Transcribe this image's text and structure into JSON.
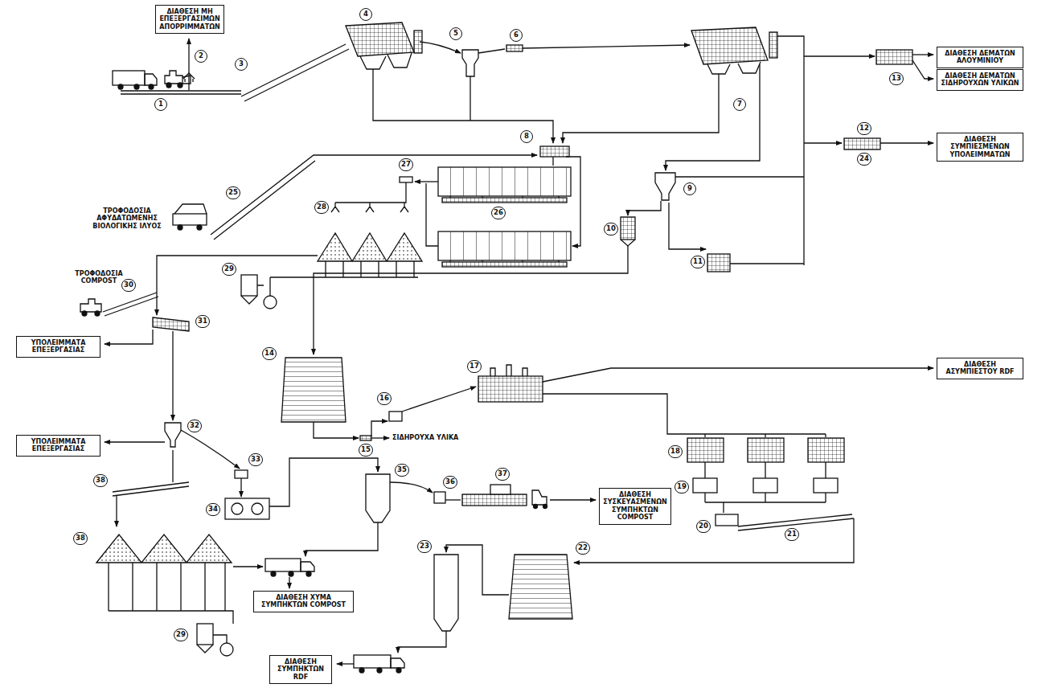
{
  "diagram": {
    "nodes": [
      {
        "text": [
          "ΔΙΑΘΕΣΗ ΜΗ ΕΠΕΞΕΡΓΑΣΙΜΩΝ ΑΠΟΡΡΙΜΜΑΤΩΝ"
        ]
      },
      {
        "text": [
          "ΔΙΑΘΕΣΗ ΔΕΜΑΤΩΝ ΑΛΟΥΜΙΝΙΟΥ"
        ]
      },
      {
        "text": [
          "ΔΙΑΘΕΣΗ ΔΕΜΑΤΩΝ ΣΙΔΗΡΟΥΧΩΝ ΥΛΙΚΩΝ"
        ]
      },
      {
        "text": [
          "ΔΙΑΘΕΣΗ ΣΥΜΠΙΕΣΜΕΝΩΝ ΥΠΟΛΕΙΜΜΑΤΩΝ"
        ]
      },
      {
        "text": [
          "ΥΠΟΛΕΙΜΜΑΤΑ ΕΠΕΞΕΡΓΑΣΙΑΣ"
        ]
      },
      {
        "text": [
          "ΥΠΟΛΕΙΜΜΑΤΑ ΕΠΕΞΕΡΓΑΣΙΑΣ"
        ]
      },
      {
        "text": [
          "ΔΙΑΘΕΣΗ ΑΣΥΜΠΙΕΣΤΟΥ RDF"
        ]
      },
      {
        "text": [
          "ΔΙΑΘΕΣΗ ΣΥΣΚΕΥΑΣΜΕΝΩΝ ΣΥΜΠΗΚΤΩΝ COMPOST"
        ]
      },
      {
        "text": [
          "ΔΙΑΘΕΣΗ ΧΥΜΑ ΣΥΜΠΗΚΤΩΝ COMPOST"
        ]
      },
      {
        "text": [
          "ΔΙΑΘΕΣΗ ΣΥΜΠΗΚΤΩΝ RDF"
        ]
      }
    ],
    "labels": [
      "ΤΡΟΦΟΔΟΣΙΑ ΑΦΥΔΑΤΩΜΕΝΗΣ ΒΙΟΛΟΓΙΚΗΣ ΙΛΥΟΣ",
      "ΤΡΟΦΟΔΟΣΙΑ COMPOST",
      "ΣΙΔΗΡΟΥΧΑ ΥΛΙΚΑ",
      "1",
      "2",
      "3",
      "4",
      "5",
      "6",
      "7",
      "8",
      "9",
      "10",
      "11",
      "12",
      "13",
      "14",
      "15",
      "16",
      "17",
      "18",
      "19",
      "20",
      "21",
      "22",
      "23",
      "24",
      "25",
      "26",
      "27",
      "28",
      "29",
      "30",
      "31",
      "32",
      "33",
      "34",
      "35",
      "36",
      "37",
      "38",
      "29",
      "38"
    ]
  }
}
